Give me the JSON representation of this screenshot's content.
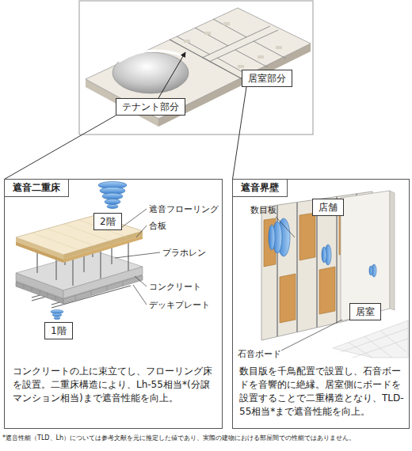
{
  "diagram": {
    "nodes": [
      {
        "text": [
          "居室部分"
        ]
      },
      {
        "text": [
          "テナント部分"
        ]
      },
      {
        "text": [
          "遮音二重床",
          "コンクリートの上に束立てし、フローリング床を設置。二重床構造により、Lh-55相当*(分譲マンション相当)まで遮音性能を向上。"
        ]
      },
      {
        "text": [
          "2階"
        ],
        "in": 2
      },
      {
        "text": [
          "1階"
        ],
        "in": 2
      },
      {
        "text": [
          "遮音界壁",
          "数目版を千鳥配置で設置し、石音ボードを音響的に絶縁。居室側にボードを設置することで二重構造となり、TLD-55相当*まで遮音性能を向上。"
        ]
      },
      {
        "text": [
          "店舗"
        ],
        "in": 5
      },
      {
        "text": [
          "居室"
        ],
        "in": 5
      }
    ],
    "edges": [
      {
        "from": 1,
        "to": 2,
        "arrow": "none"
      },
      {
        "from": 0,
        "to": 5,
        "arrow": "none"
      }
    ],
    "labels": [
      "遮音フローリング",
      "合板",
      "プラホレン",
      "コンクリート",
      "デッキプレート",
      "数目板",
      "石音ボード",
      "*遮音性能（TLD、Lh）については参考文献を元に推定した値であり、実際の建物における部屋間での性能ではありません。"
    ]
  }
}
